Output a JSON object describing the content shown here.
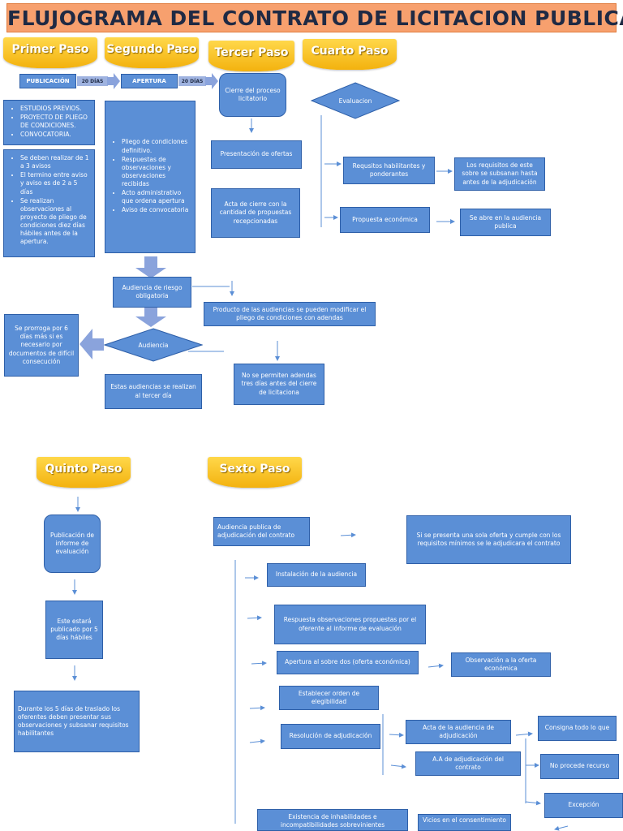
{
  "title": "FLUJOGRAMA DEL CONTRATO DE LICITACION PUBLICA",
  "steps": {
    "step1": "Primer Paso",
    "step2": "Segundo Paso",
    "step3": "Tercer Paso",
    "step4": "Cuarto Paso",
    "step5": "Quinto Paso",
    "step6": "Sexto Paso"
  },
  "top_flow": {
    "publicacion": "PUBLICACIÓN",
    "days1": "20 DÍAS",
    "apertura": "APERTURA",
    "days2": "20 DÍAS"
  },
  "step1_list1": [
    "ESTUDIOS PREVIOS.",
    "PROYECTO DE PLIEGO DE CONDICIONES.",
    "CONVOCATORIA."
  ],
  "step1_list2": [
    "Se deben realizar de 1 a 3 avisos",
    "El termino entre aviso y aviso es de 2 a 5 días",
    "Se realizan observaciones al proyecto de pliego de condiciones diez días hábiles antes de la apertura."
  ],
  "step2_list": [
    "Pliego de condiciones definitivo.",
    "Respuestas de observaciones y observaciones recibidas",
    "Acto administrativo que ordena apertura",
    "Aviso de convocatoria"
  ],
  "step3": {
    "cierre": "Cierre del proceso licitatorio",
    "presentacion": "Presentación de ofertas",
    "acta": "Acta de cierre con la cantidad de propuestas recepcionadas"
  },
  "step4": {
    "evaluacion": "Evaluacion",
    "requisitos": "Requsitos habilitantes y ponderantes",
    "subsanan": "Los requisitos de este sobre se subsanan hasta antes de la adjudicación",
    "propuesta": "Propuesta económica",
    "abre": "Se abre en la audiencia publica"
  },
  "middle": {
    "audiencia_riesgo": "Audiencia de riesgo obligatoria",
    "producto": "Producto de las audiencias se pueden modificar el pliego de condiciones con adendas",
    "prorroga": "Se prorroga por 6 días más si es necesario por documentos de difícil consecución",
    "audiencia": "Audiencia",
    "no_adendas": "No se permiten adendas tres días antes del cierre de licitaciona",
    "tercer_dia": "Estas audiencias se realizan al tercer día"
  },
  "step5": {
    "publicacion_informe": "Publicación de informe de evaluación",
    "publicado": "Este estará publicado por 5 días hábiles",
    "traslado": "Durante los 5 días de traslado los oferentes deben presentar sus observaciones y subsanar requisitos habilitantes"
  },
  "step6": {
    "audiencia_publica": "Audiencia publica de adjudicación del contrato",
    "sola_oferta": "Si se presenta una sola oferta y cumple con los requisitos mínimos se le adjudicara el contrato",
    "instalacion": "Instalación de la audiencia",
    "respuesta": "Respuesta observaciones propuestas por el oferente al informe de evaluación",
    "apertura_sobre": "Apertura al sobre dos (oferta económica)",
    "observacion": "Observación a la oferta económica",
    "establecer": "Establecer orden de elegibilidad",
    "resolucion": "Resolución de adjudicación",
    "acta_audiencia": "Acta de la audiencia de adjudicación",
    "consigna": "Consigna todo lo que",
    "aa": "A.A de adjudicación del contrato",
    "no_procede": "No procede recurso",
    "excepcion": "Excepción",
    "existencia": "Existencia de inhabilidades e incompatibilidades sobrevinientes",
    "vicios": "Vicios en el consentimiento"
  },
  "colors": {
    "box_fill": "#5b8fd6",
    "box_border": "#2e5fa8",
    "banner": "#f3b20e",
    "title_bg": "#f7a06e",
    "arrow": "#8aa3dc"
  }
}
